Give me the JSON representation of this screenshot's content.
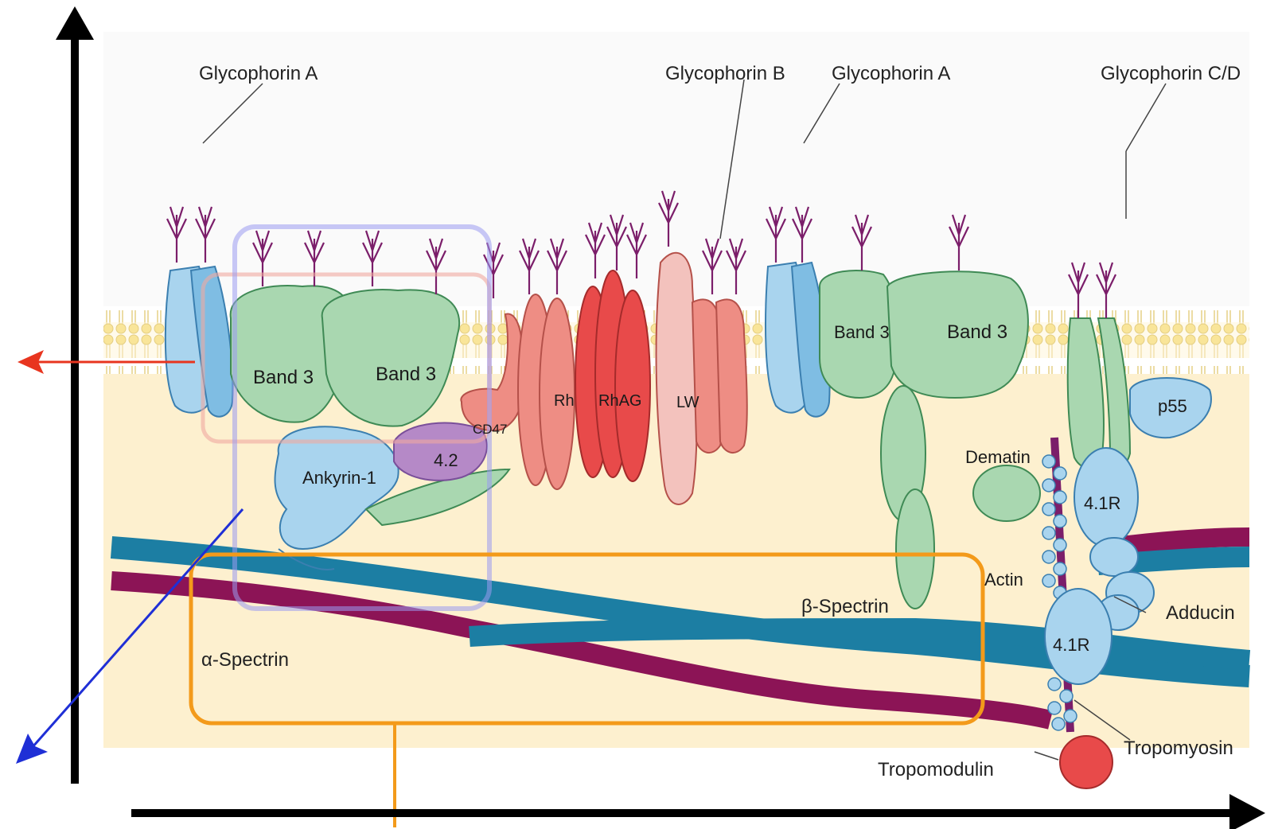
{
  "labels": {
    "glycophorin_a_left": "Glycophorin A",
    "glycophorin_b": "Glycophorin B",
    "glycophorin_a_right": "Glycophorin A",
    "glycophorin_cd": "Glycophorin C/D",
    "band3_a": "Band 3",
    "band3_b": "Band 3",
    "band3_c": "Band 3",
    "band3_d": "Band 3",
    "ankyrin": "Ankyrin-1",
    "protein42": "4.2",
    "cd47": "CD47",
    "rh": "Rh",
    "rhag": "RhAG",
    "lw": "LW",
    "p55": "p55",
    "dematin": "Dematin",
    "actin": "Actin",
    "protein41r_top": "4.1R",
    "protein41r_bottom": "4.1R",
    "adducin": "Adducin",
    "beta_spectrin": "β-Spectrin",
    "alpha_spectrin": "α-Spectrin",
    "tropomyosin": "Tropomyosin",
    "tropomodulin": "Tropomodulin"
  },
  "colors": {
    "membrane_bg": "#fdf0cf",
    "lipid_head": "#f2d45a",
    "band3_fill": "#a9d7b0",
    "band3_stroke": "#3f8a55",
    "blue_protein": "#a9d4ee",
    "blue_stroke": "#3b7fb0",
    "red_protein": "#e84a4a",
    "salmon_protein": "#ee8d84",
    "purple_glycan": "#7b1e6a",
    "spectrin_teal": "#1c7ea3",
    "spectrin_maroon": "#8c1456",
    "orange_box": "#f39a1a",
    "purple_box": "#9a9af0",
    "pink_box": "#f0a9a0",
    "red_arrow": "#e8351f",
    "blue_arrow": "#1f2fd6",
    "axis_black": "#000000"
  }
}
